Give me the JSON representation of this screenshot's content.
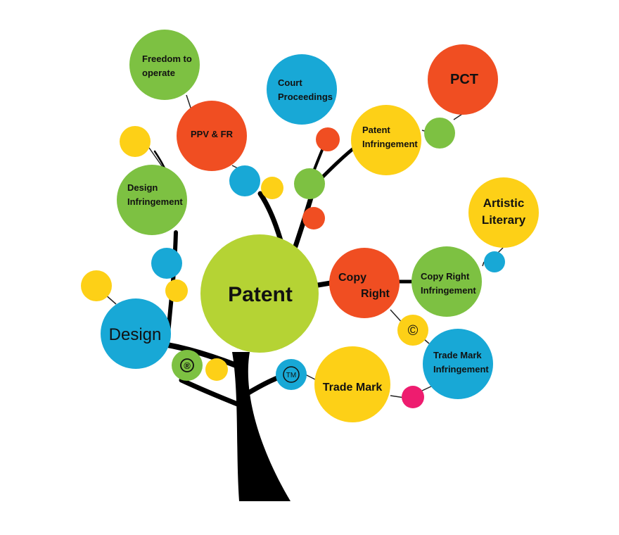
{
  "colors": {
    "green": "#7dc142",
    "lime": "#b5d334",
    "orange_red": "#f04e22",
    "blue": "#18a8d6",
    "yellow": "#fdd017",
    "pink": "#ee1c6f",
    "trunk": "#000000"
  },
  "nodes": {
    "freedom": {
      "line1": "Freedom to",
      "line2": "operate"
    },
    "ppv": {
      "label": "PPV & FR"
    },
    "court": {
      "line1": "Court",
      "line2": "Proceedings"
    },
    "patent_infringement": {
      "line1": "Patent",
      "line2": "Infringement"
    },
    "pct": {
      "label": "PCT"
    },
    "design_infringement": {
      "line1": "Design",
      "line2": "Infringement"
    },
    "artistic": {
      "line1": "Artistic",
      "line2": "Literary"
    },
    "patent": {
      "label": "Patent"
    },
    "copy_right": {
      "line1": "Copy",
      "line2": "Right"
    },
    "copy_right_infringement": {
      "line1": "Copy Right",
      "line2": "Infringement"
    },
    "design": {
      "label": "Design"
    },
    "trade_mark_infringement": {
      "line1": "Trade Mark",
      "line2": "Infringement"
    },
    "trade_mark": {
      "label": "Trade Mark"
    }
  },
  "symbols": {
    "registered": "®",
    "copyright": "©",
    "trademark": "TM"
  }
}
